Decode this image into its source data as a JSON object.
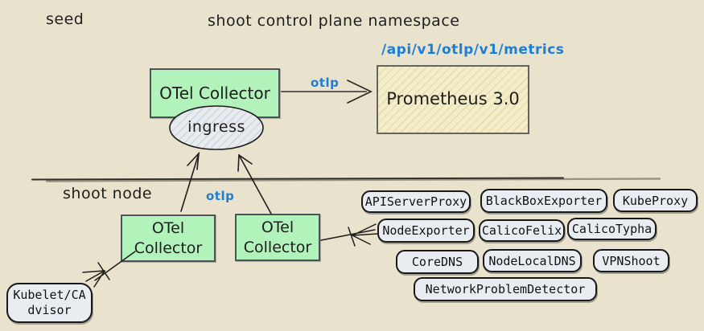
{
  "palette": {
    "background": "#e9e2cc",
    "collector_fill": "#b2f2bb",
    "collector_border": "#4b5358",
    "prometheus_fill": "#f3edca",
    "pill_fill": "#e9edf2",
    "ink": "#1e1e1e",
    "accent_blue": "#1c7ed6"
  },
  "regions": {
    "seed_label": "seed",
    "control_plane_label": "shoot control plane namespace",
    "shoot_node_label": "shoot node"
  },
  "seed": {
    "collector_label": "OTel Collector",
    "ingress_label": "ingress",
    "otlp_label": "otlp",
    "metrics_path": "/api/v1/otlp/v1/metrics",
    "prometheus_label": "Prometheus 3.0"
  },
  "shoot": {
    "otlp_label": "otlp",
    "collector_left": {
      "line1": "OTel",
      "line2": "Collector"
    },
    "collector_right": {
      "line1": "OTel",
      "line2": "Collector"
    },
    "kubelet": {
      "line1": "Kubelet/CA",
      "line2": "dvisor"
    },
    "exporters": [
      "APIServerProxy",
      "BlackBoxExporter",
      "KubeProxy",
      "NodeExporter",
      "CalicoFelix",
      "CalicoTypha",
      "CoreDNS",
      "NodeLocalDNS",
      "VPNShoot",
      "NetworkProblemDetector"
    ]
  }
}
